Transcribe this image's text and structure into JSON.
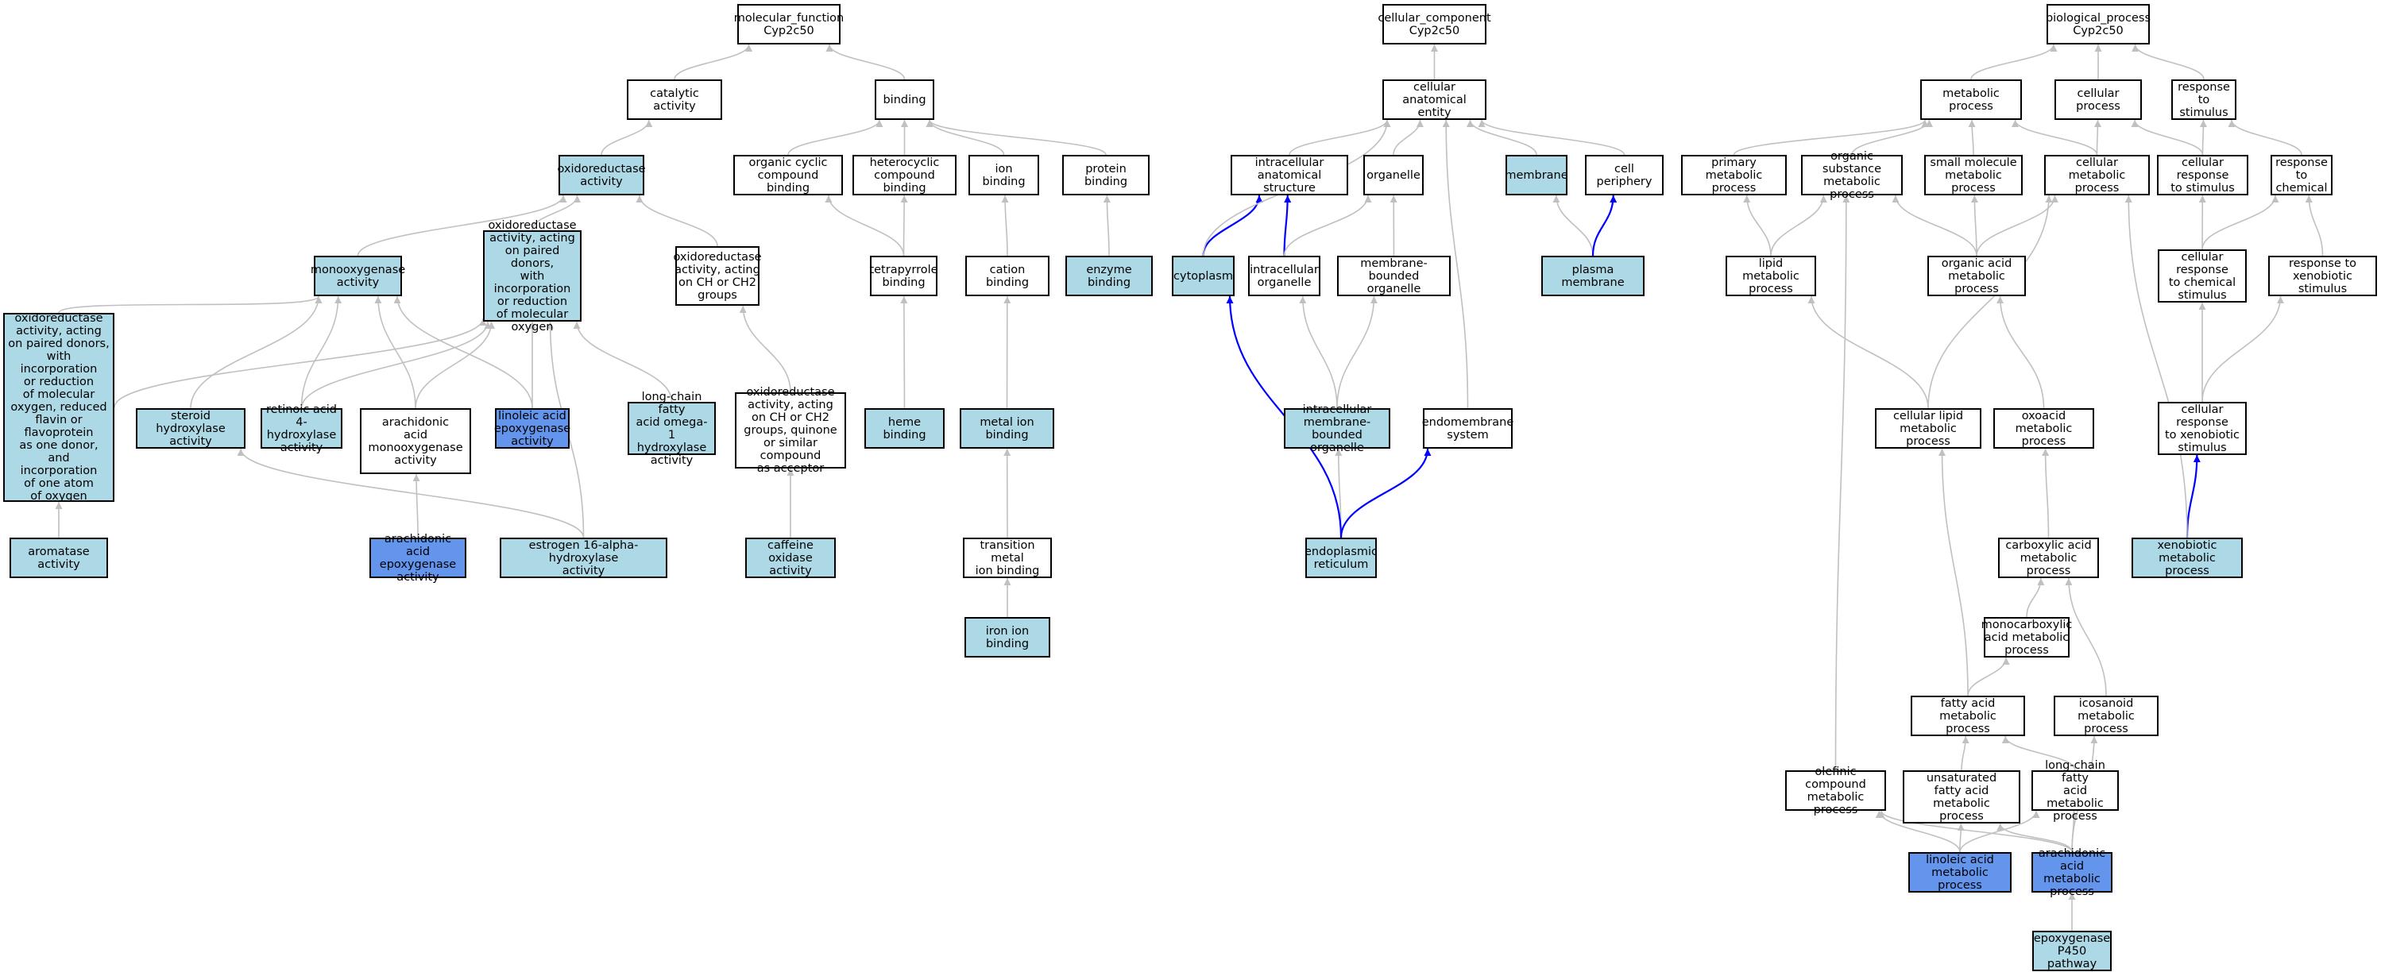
{
  "colors": {
    "light_node": "#add8e6",
    "highlight_node": "#6495ed",
    "plain_node": "#ffffff",
    "default_edge": "#c0c0c0",
    "highlight_edge": "#0000ff"
  },
  "nodes": [
    {
      "id": "mf",
      "label": "molecular_function\nCyp2c50",
      "type": "white"
    },
    {
      "id": "catalytic",
      "label": "catalytic activity",
      "type": "white"
    },
    {
      "id": "binding",
      "label": "binding",
      "type": "white"
    },
    {
      "id": "oxidored",
      "label": "oxidoreductase\nactivity",
      "type": "light"
    },
    {
      "id": "orgcyc",
      "label": "organic cyclic\ncompound binding",
      "type": "white"
    },
    {
      "id": "hetero",
      "label": "heterocyclic\ncompound binding",
      "type": "white"
    },
    {
      "id": "ionbind",
      "label": "ion binding",
      "type": "white"
    },
    {
      "id": "protbind",
      "label": "protein binding",
      "type": "white"
    },
    {
      "id": "monoox",
      "label": "monooxygenase\nactivity",
      "type": "light"
    },
    {
      "id": "oxpaired",
      "label": "oxidoreductase\nactivity, acting\non paired donors,\nwith incorporation\nor reduction\nof molecular\noxygen",
      "type": "light"
    },
    {
      "id": "oxch",
      "label": "oxidoreductase\nactivity, acting\non CH or CH2\ngroups",
      "type": "white"
    },
    {
      "id": "tetra",
      "label": "tetrapyrrole\nbinding",
      "type": "white"
    },
    {
      "id": "cation",
      "label": "cation binding",
      "type": "white"
    },
    {
      "id": "enzbind",
      "label": "enzyme binding",
      "type": "light"
    },
    {
      "id": "oxreduced",
      "label": "oxidoreductase\nactivity, acting\non paired donors,\nwith incorporation\nor reduction\nof molecular\noxygen, reduced\nflavin or flavoprotein\nas one donor,\nand incorporation\nof one atom\nof oxygen",
      "type": "light"
    },
    {
      "id": "steroid",
      "label": "steroid hydroxylase\nactivity",
      "type": "light"
    },
    {
      "id": "retinoic",
      "label": "retinoic acid\n4-hydroxylase\nactivity",
      "type": "light"
    },
    {
      "id": "arachmono",
      "label": "arachidonic\nacid monooxygenase\nactivity",
      "type": "white"
    },
    {
      "id": "linepox",
      "label": "linoleic acid\nepoxygenase\nactivity",
      "type": "blue"
    },
    {
      "id": "lcfa1",
      "label": "long-chain fatty\nacid omega-1\nhydroxylase\nactivity",
      "type": "light"
    },
    {
      "id": "oxchquin",
      "label": "oxidoreductase\nactivity, acting\non CH or CH2\ngroups, quinone\nor similar compound\nas acceptor",
      "type": "white"
    },
    {
      "id": "heme",
      "label": "heme binding",
      "type": "light"
    },
    {
      "id": "metalion",
      "label": "metal ion binding",
      "type": "light"
    },
    {
      "id": "aromatase",
      "label": "aromatase activity",
      "type": "light"
    },
    {
      "id": "arachepox",
      "label": "arachidonic\nacid epoxygenase\nactivity",
      "type": "blue"
    },
    {
      "id": "estrogen",
      "label": "estrogen 16-alpha-hydroxylase\nactivity",
      "type": "light"
    },
    {
      "id": "caffeine",
      "label": "caffeine oxidase\nactivity",
      "type": "light"
    },
    {
      "id": "transmetal",
      "label": "transition metal\nion binding",
      "type": "white"
    },
    {
      "id": "iron",
      "label": "iron ion binding",
      "type": "light"
    },
    {
      "id": "cc",
      "label": "cellular_component\nCyp2c50",
      "type": "white"
    },
    {
      "id": "cae",
      "label": "cellular anatomical\nentity",
      "type": "white"
    },
    {
      "id": "ias",
      "label": "intracellular\nanatomical structure",
      "type": "white"
    },
    {
      "id": "organelle",
      "label": "organelle",
      "type": "white"
    },
    {
      "id": "membrane",
      "label": "membrane",
      "type": "light"
    },
    {
      "id": "cellper",
      "label": "cell periphery",
      "type": "white"
    },
    {
      "id": "cytoplasm",
      "label": "cytoplasm",
      "type": "light"
    },
    {
      "id": "intorg",
      "label": "intracellular\norganelle",
      "type": "white"
    },
    {
      "id": "mbo",
      "label": "membrane-bounded\norganelle",
      "type": "white"
    },
    {
      "id": "plasma",
      "label": "plasma membrane",
      "type": "light"
    },
    {
      "id": "imbo",
      "label": "intracellular\nmembrane-bounded\norganelle",
      "type": "light"
    },
    {
      "id": "endomem",
      "label": "endomembrane\nsystem",
      "type": "white"
    },
    {
      "id": "er",
      "label": "endoplasmic\nreticulum",
      "type": "light"
    },
    {
      "id": "bp",
      "label": "biological_process\nCyp2c50",
      "type": "white"
    },
    {
      "id": "metproc",
      "label": "metabolic process",
      "type": "white"
    },
    {
      "id": "cellproc",
      "label": "cellular process",
      "type": "white"
    },
    {
      "id": "respstim",
      "label": "response to\nstimulus",
      "type": "white"
    },
    {
      "id": "primmet",
      "label": "primary metabolic\nprocess",
      "type": "white"
    },
    {
      "id": "orgsub",
      "label": "organic substance\nmetabolic process",
      "type": "white"
    },
    {
      "id": "smallmol",
      "label": "small molecule\nmetabolic process",
      "type": "white"
    },
    {
      "id": "cellmet",
      "label": "cellular metabolic\nprocess",
      "type": "white"
    },
    {
      "id": "cellresp",
      "label": "cellular response\nto stimulus",
      "type": "white"
    },
    {
      "id": "respchem",
      "label": "response to\nchemical",
      "type": "white"
    },
    {
      "id": "lipidmet",
      "label": "lipid metabolic\nprocess",
      "type": "white"
    },
    {
      "id": "orgacid",
      "label": "organic acid\nmetabolic process",
      "type": "white"
    },
    {
      "id": "cellrespchem",
      "label": "cellular response\nto chemical\nstimulus",
      "type": "white"
    },
    {
      "id": "respxeno",
      "label": "response to\nxenobiotic stimulus",
      "type": "white"
    },
    {
      "id": "celllipid",
      "label": "cellular lipid\nmetabolic process",
      "type": "white"
    },
    {
      "id": "oxoacid",
      "label": "oxoacid metabolic\nprocess",
      "type": "white"
    },
    {
      "id": "cellrespxeno",
      "label": "cellular response\nto xenobiotic\nstimulus",
      "type": "white"
    },
    {
      "id": "carbox",
      "label": "carboxylic acid\nmetabolic process",
      "type": "white"
    },
    {
      "id": "xenomet",
      "label": "xenobiotic metabolic\nprocess",
      "type": "light"
    },
    {
      "id": "monocarb",
      "label": "monocarboxylic\nacid metabolic\nprocess",
      "type": "white"
    },
    {
      "id": "fattyacid",
      "label": "fatty acid metabolic\nprocess",
      "type": "white"
    },
    {
      "id": "icosanoid",
      "label": "icosanoid metabolic\nprocess",
      "type": "white"
    },
    {
      "id": "olefinic",
      "label": "olefinic compound\nmetabolic process",
      "type": "white"
    },
    {
      "id": "unsatfa",
      "label": "unsaturated\nfatty acid metabolic\nprocess",
      "type": "white"
    },
    {
      "id": "lcfa",
      "label": "long-chain fatty\nacid metabolic\nprocess",
      "type": "white"
    },
    {
      "id": "linmet",
      "label": "linoleic acid\nmetabolic process",
      "type": "blue"
    },
    {
      "id": "arachmet",
      "label": "arachidonic\nacid metabolic\nprocess",
      "type": "blue"
    },
    {
      "id": "epoxy",
      "label": "epoxygenase\nP450 pathway",
      "type": "light"
    }
  ],
  "edges": [
    {
      "from": "catalytic",
      "to": "mf",
      "style": "default"
    },
    {
      "from": "binding",
      "to": "mf",
      "style": "default"
    },
    {
      "from": "oxidored",
      "to": "catalytic",
      "style": "default"
    },
    {
      "from": "orgcyc",
      "to": "binding",
      "style": "default"
    },
    {
      "from": "hetero",
      "to": "binding",
      "style": "default"
    },
    {
      "from": "ionbind",
      "to": "binding",
      "style": "default"
    },
    {
      "from": "protbind",
      "to": "binding",
      "style": "default"
    },
    {
      "from": "monoox",
      "to": "oxidored",
      "style": "default"
    },
    {
      "from": "oxpaired",
      "to": "oxidored",
      "style": "default"
    },
    {
      "from": "oxch",
      "to": "oxidored",
      "style": "default"
    },
    {
      "from": "tetra",
      "to": "orgcyc",
      "style": "default"
    },
    {
      "from": "tetra",
      "to": "hetero",
      "style": "default"
    },
    {
      "from": "cation",
      "to": "ionbind",
      "style": "default"
    },
    {
      "from": "enzbind",
      "to": "protbind",
      "style": "default"
    },
    {
      "from": "oxreduced",
      "to": "monoox",
      "style": "default"
    },
    {
      "from": "oxreduced",
      "to": "oxpaired",
      "style": "default"
    },
    {
      "from": "steroid",
      "to": "monoox",
      "style": "default"
    },
    {
      "from": "retinoic",
      "to": "monoox",
      "style": "default"
    },
    {
      "from": "retinoic",
      "to": "oxpaired",
      "style": "default"
    },
    {
      "from": "arachmono",
      "to": "monoox",
      "style": "default"
    },
    {
      "from": "arachmono",
      "to": "oxpaired",
      "style": "default"
    },
    {
      "from": "linepox",
      "to": "monoox",
      "style": "default"
    },
    {
      "from": "linepox",
      "to": "oxpaired",
      "style": "default"
    },
    {
      "from": "lcfa1",
      "to": "oxpaired",
      "style": "default"
    },
    {
      "from": "oxchquin",
      "to": "oxch",
      "style": "default"
    },
    {
      "from": "heme",
      "to": "tetra",
      "style": "default"
    },
    {
      "from": "metalion",
      "to": "cation",
      "style": "default"
    },
    {
      "from": "aromatase",
      "to": "oxreduced",
      "style": "default"
    },
    {
      "from": "arachepox",
      "to": "arachmono",
      "style": "default"
    },
    {
      "from": "estrogen",
      "to": "steroid",
      "style": "default"
    },
    {
      "from": "estrogen",
      "to": "oxpaired",
      "style": "default"
    },
    {
      "from": "caffeine",
      "to": "oxchquin",
      "style": "default"
    },
    {
      "from": "transmetal",
      "to": "metalion",
      "style": "default"
    },
    {
      "from": "iron",
      "to": "transmetal",
      "style": "default"
    },
    {
      "from": "cae",
      "to": "cc",
      "style": "default"
    },
    {
      "from": "ias",
      "to": "cae",
      "style": "default"
    },
    {
      "from": "organelle",
      "to": "cae",
      "style": "default"
    },
    {
      "from": "membrane",
      "to": "cae",
      "style": "default"
    },
    {
      "from": "cellper",
      "to": "cae",
      "style": "default"
    },
    {
      "from": "cytoplasm",
      "to": "ias",
      "style": "highlight"
    },
    {
      "from": "cytoplasm",
      "to": "cae",
      "style": "default"
    },
    {
      "from": "intorg",
      "to": "ias",
      "style": "highlight"
    },
    {
      "from": "intorg",
      "to": "organelle",
      "style": "default"
    },
    {
      "from": "mbo",
      "to": "organelle",
      "style": "default"
    },
    {
      "from": "plasma",
      "to": "membrane",
      "style": "default"
    },
    {
      "from": "plasma",
      "to": "cellper",
      "style": "highlight"
    },
    {
      "from": "imbo",
      "to": "intorg",
      "style": "default"
    },
    {
      "from": "imbo",
      "to": "mbo",
      "style": "default"
    },
    {
      "from": "endomem",
      "to": "cae",
      "style": "default"
    },
    {
      "from": "er",
      "to": "imbo",
      "style": "default"
    },
    {
      "from": "er",
      "to": "cytoplasm",
      "style": "highlight"
    },
    {
      "from": "er",
      "to": "endomem",
      "style": "highlight"
    },
    {
      "from": "metproc",
      "to": "bp",
      "style": "default"
    },
    {
      "from": "cellproc",
      "to": "bp",
      "style": "default"
    },
    {
      "from": "respstim",
      "to": "bp",
      "style": "default"
    },
    {
      "from": "primmet",
      "to": "metproc",
      "style": "default"
    },
    {
      "from": "orgsub",
      "to": "metproc",
      "style": "default"
    },
    {
      "from": "smallmol",
      "to": "metproc",
      "style": "default"
    },
    {
      "from": "cellmet",
      "to": "metproc",
      "style": "default"
    },
    {
      "from": "cellmet",
      "to": "cellproc",
      "style": "default"
    },
    {
      "from": "cellresp",
      "to": "cellproc",
      "style": "default"
    },
    {
      "from": "cellresp",
      "to": "respstim",
      "style": "default"
    },
    {
      "from": "respchem",
      "to": "respstim",
      "style": "default"
    },
    {
      "from": "lipidmet",
      "to": "primmet",
      "style": "default"
    },
    {
      "from": "lipidmet",
      "to": "orgsub",
      "style": "default"
    },
    {
      "from": "orgacid",
      "to": "orgsub",
      "style": "default"
    },
    {
      "from": "orgacid",
      "to": "smallmol",
      "style": "default"
    },
    {
      "from": "orgacid",
      "to": "cellmet",
      "style": "default"
    },
    {
      "from": "cellrespchem",
      "to": "cellresp",
      "style": "default"
    },
    {
      "from": "cellrespchem",
      "to": "respchem",
      "style": "default"
    },
    {
      "from": "respxeno",
      "to": "respchem",
      "style": "default"
    },
    {
      "from": "celllipid",
      "to": "lipidmet",
      "style": "default"
    },
    {
      "from": "celllipid",
      "to": "cellmet",
      "style": "default"
    },
    {
      "from": "oxoacid",
      "to": "orgacid",
      "style": "default"
    },
    {
      "from": "cellrespxeno",
      "to": "cellrespchem",
      "style": "default"
    },
    {
      "from": "cellrespxeno",
      "to": "respxeno",
      "style": "default"
    },
    {
      "from": "carbox",
      "to": "oxoacid",
      "style": "default"
    },
    {
      "from": "xenomet",
      "to": "cellrespxeno",
      "style": "highlight"
    },
    {
      "from": "xenomet",
      "to": "cellmet",
      "style": "default"
    },
    {
      "from": "monocarb",
      "to": "carbox",
      "style": "default"
    },
    {
      "from": "fattyacid",
      "to": "celllipid",
      "style": "default"
    },
    {
      "from": "fattyacid",
      "to": "monocarb",
      "style": "default"
    },
    {
      "from": "icosanoid",
      "to": "carbox",
      "style": "default"
    },
    {
      "from": "olefinic",
      "to": "orgsub",
      "style": "default"
    },
    {
      "from": "unsatfa",
      "to": "fattyacid",
      "style": "default"
    },
    {
      "from": "lcfa",
      "to": "fattyacid",
      "style": "default"
    },
    {
      "from": "linmet",
      "to": "olefinic",
      "style": "default"
    },
    {
      "from": "linmet",
      "to": "unsatfa",
      "style": "default"
    },
    {
      "from": "linmet",
      "to": "lcfa",
      "style": "default"
    },
    {
      "from": "arachmet",
      "to": "olefinic",
      "style": "default"
    },
    {
      "from": "arachmet",
      "to": "unsatfa",
      "style": "default"
    },
    {
      "from": "arachmet",
      "to": "lcfa",
      "style": "default"
    },
    {
      "from": "arachmet",
      "to": "icosanoid",
      "style": "default"
    },
    {
      "from": "epoxy",
      "to": "arachmet",
      "style": "default"
    }
  ]
}
